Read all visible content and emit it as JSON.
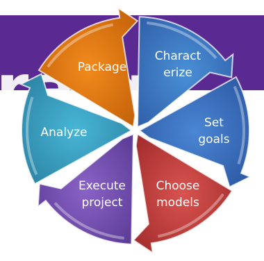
{
  "banner": {
    "text": "ra          g",
    "color": "#5a2a92"
  },
  "segments": [
    {
      "id": "characterize",
      "lines": [
        "Charact",
        "erize"
      ],
      "color": "#4a8fd6",
      "dark": "#2f5fa8"
    },
    {
      "id": "set-goals",
      "lines": [
        "Set",
        "goals"
      ],
      "color": "#4a86d4",
      "dark": "#2b56a0"
    },
    {
      "id": "choose-models",
      "lines": [
        "Choose",
        "models"
      ],
      "color": "#d9534f",
      "dark": "#9e2a2a"
    },
    {
      "id": "execute-project",
      "lines": [
        "Execute",
        "project"
      ],
      "color": "#8a63c6",
      "dark": "#5a3a94"
    },
    {
      "id": "analyze",
      "lines": [
        "Analyze"
      ],
      "color": "#48b6d6",
      "dark": "#2a7fa0"
    },
    {
      "id": "package",
      "lines": [
        "Package"
      ],
      "color": "#f28a1c",
      "dark": "#c15f08"
    }
  ]
}
